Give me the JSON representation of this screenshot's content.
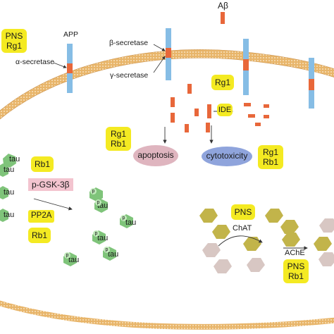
{
  "colors": {
    "membrane_orange": "#e8b56a",
    "membrane_dot": "#fbefd6",
    "receptor_blue": "#86bde5",
    "cleave_red": "#e8673a",
    "highlight_yellow": "#f4ea22",
    "apoptosis_pink": "#dfb5bf",
    "cytotoxicity_blue": "#8fa4dc",
    "pgsk_pink": "#f3c4cf",
    "tau_green": "#7fc47a",
    "p_badge": "#bfe8b9",
    "hex_olive": "#c2b44a",
    "hex_pinkgray": "#d8c7c3"
  },
  "labels": {
    "app": "APP",
    "abeta": "Aβ",
    "alpha_secretase": "α-secretase",
    "beta_secretase": "β-secretase",
    "gamma_secretase": "γ-secretase",
    "ide": "IDE",
    "apoptosis": "apoptosis",
    "cytotoxicity": "cytotoxicity",
    "p_gsk": "p-GSK-3β",
    "pp2a": "PP2A",
    "chat": "ChAT",
    "ache": "AChE"
  },
  "boxes": {
    "pns_rg1_top": [
      "PNS",
      "Rg1"
    ],
    "rg1_ide": [
      "Rg1"
    ],
    "rg1_rb1_left": [
      "Rg1",
      "Rb1"
    ],
    "rg1_rb1_right": [
      "Rg1",
      "Rb1"
    ],
    "rb1_tau": [
      "Rb1"
    ],
    "rb1_pp2a": [
      "Rb1"
    ],
    "pns_chat": [
      "PNS"
    ],
    "pns_rb1_ache": [
      "PNS",
      "Rb1"
    ]
  },
  "tau_label": "tau",
  "p_label": "p"
}
